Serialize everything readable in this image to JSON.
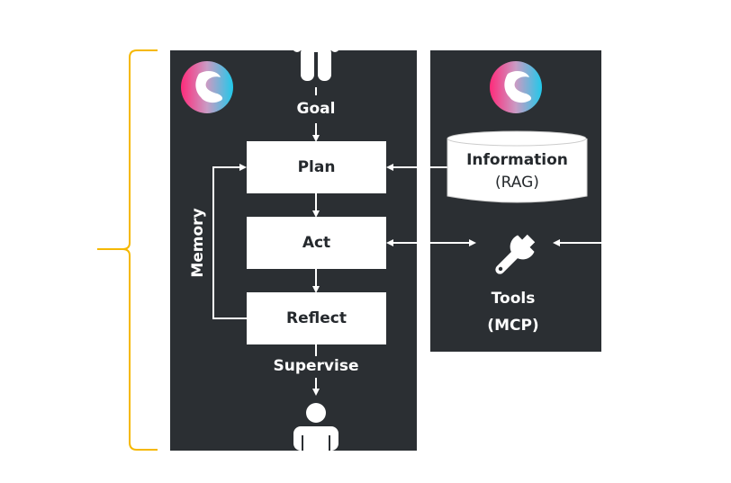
{
  "diagram": {
    "title_bracket": "agent-scope-bracket",
    "colors": {
      "panel": "#2b2f33",
      "bracket": "#f5b800",
      "box": "#ffffff",
      "text_dark": "#25292d",
      "text_light": "#ffffff"
    },
    "agent_panel": {
      "top_person": "user-icon",
      "goal_label": "Goal",
      "steps": [
        "Plan",
        "Act",
        "Reflect"
      ],
      "memory_label": "Memory",
      "supervise_label": "Supervise",
      "bottom_person": "user-icon"
    },
    "resources_panel": {
      "information_title": "Information",
      "information_subtitle": "(RAG)",
      "tools_title": "Tools",
      "tools_subtitle": "(MCP)"
    }
  }
}
